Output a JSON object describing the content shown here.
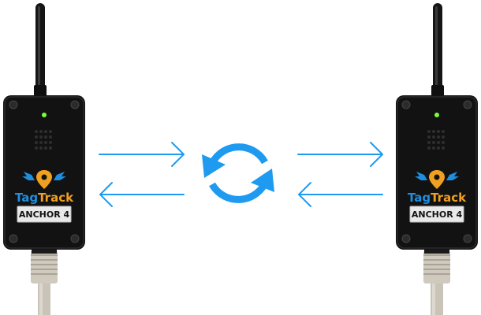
{
  "devices": [
    {
      "brand_tag": "Tag",
      "brand_track": "Track",
      "label": "ANCHOR 4",
      "led_color": "#7CFC3A"
    },
    {
      "brand_tag": "Tag",
      "brand_track": "Track",
      "label": "ANCHOR 4",
      "led_color": "#7CFC3A"
    }
  ],
  "colors": {
    "arrow": "#1E9BF0",
    "sync": "#1E9BF0",
    "brand_tag": "#1E8FE0",
    "brand_track": "#F0A020",
    "housing": "#121212",
    "cable": "#C9C3B8"
  },
  "icons": {
    "center": "sync-icon",
    "arrows": [
      "arrow-right-icon",
      "arrow-left-icon"
    ]
  }
}
